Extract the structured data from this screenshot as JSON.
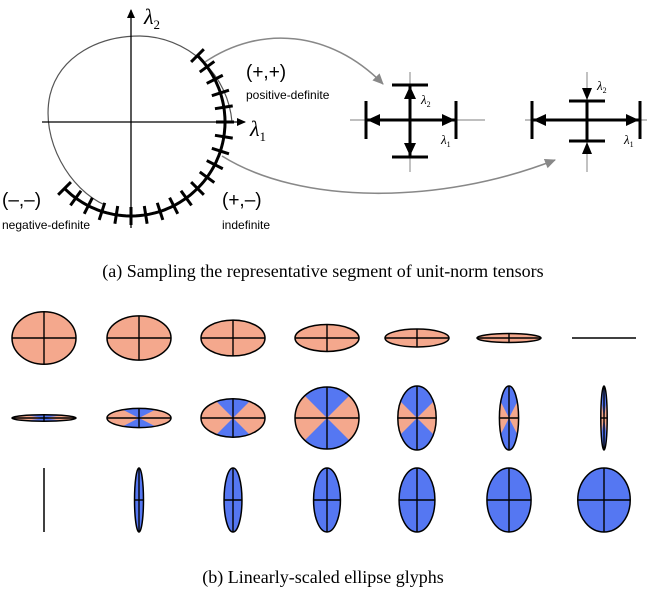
{
  "panel_a": {
    "axis_x_label": "λ",
    "axis_x_sub": "1",
    "axis_y_label": "λ",
    "axis_y_sub": "2",
    "quadrants": {
      "pp": {
        "sign": "(+,+)",
        "name": "positive-definite"
      },
      "nn": {
        "sign": "(–,–)",
        "name": "negative-definite"
      },
      "pn": {
        "sign": "(+,–)",
        "name": "indefinite"
      }
    },
    "glyph_pp": {
      "l1": "λ",
      "l1_sub": "1",
      "l2": "λ",
      "l2_sub": "2"
    },
    "glyph_pn": {
      "l1": "λ",
      "l1_sub": "1",
      "l2": "λ",
      "l2_sub": "2"
    },
    "caption": "(a)  Sampling the representative segment of unit-norm tensors"
  },
  "panel_b": {
    "caption": "(b)  Linearly-scaled ellipse glyphs",
    "colors": {
      "positive": "#f4a88d",
      "negative": "#5577f2"
    },
    "rows": [
      [
        {
          "a": 1.0,
          "b": 0.82,
          "mix": 0
        },
        {
          "a": 1.0,
          "b": 0.69,
          "mix": 0
        },
        {
          "a": 1.0,
          "b": 0.56,
          "mix": 0
        },
        {
          "a": 1.0,
          "b": 0.42,
          "mix": 0
        },
        {
          "a": 1.0,
          "b": 0.28,
          "mix": 0
        },
        {
          "a": 1.0,
          "b": 0.14,
          "mix": 0
        },
        {
          "a": 1.0,
          "b": 0.0,
          "mix": 0
        }
      ],
      [
        {
          "a": 1.0,
          "b": 0.1,
          "mix": 0.1
        },
        {
          "a": 1.0,
          "b": 0.3,
          "mix": 0.3
        },
        {
          "a": 1.0,
          "b": 0.6,
          "mix": 0.5
        },
        {
          "a": 1.0,
          "b": 0.97,
          "mix": 0.5
        },
        {
          "a": 0.6,
          "b": 1.0,
          "mix": 0.5
        },
        {
          "a": 0.3,
          "b": 1.0,
          "mix": 0.7
        },
        {
          "a": 0.1,
          "b": 1.0,
          "mix": 0.9
        }
      ],
      [
        {
          "a": 0.0,
          "b": 1.0,
          "mix": 1
        },
        {
          "a": 0.14,
          "b": 1.0,
          "mix": 1
        },
        {
          "a": 0.28,
          "b": 1.0,
          "mix": 1
        },
        {
          "a": 0.42,
          "b": 1.0,
          "mix": 1
        },
        {
          "a": 0.56,
          "b": 1.0,
          "mix": 1
        },
        {
          "a": 0.69,
          "b": 1.0,
          "mix": 1
        },
        {
          "a": 0.82,
          "b": 1.0,
          "mix": 1
        }
      ]
    ]
  }
}
